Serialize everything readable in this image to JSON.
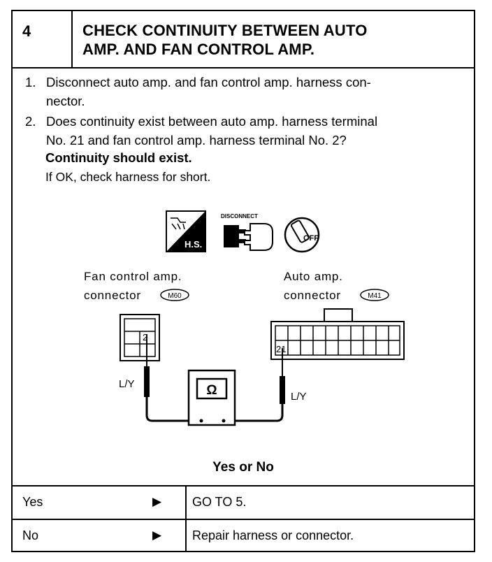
{
  "header": {
    "step_number": "4",
    "title_line1": "CHECK CONTINUITY BETWEEN AUTO",
    "title_line2": "AMP. AND FAN CONTROL AMP."
  },
  "instructions": [
    {
      "num": "1.",
      "line1": "Disconnect auto amp. and fan control amp. harness con-",
      "line2": "nector."
    },
    {
      "num": "2.",
      "line1": "Does continuity exist between auto amp. harness terminal",
      "line2": "No. 21 and fan control amp. harness terminal No. 2?"
    }
  ],
  "requirement": "Continuity should exist.",
  "note": "If OK, check harness for short.",
  "diagram": {
    "icons": {
      "harness_label": "H.S.",
      "disconnect_label": "DISCONNECT",
      "ignition_label": "OFF"
    },
    "left_connector": {
      "line1": "Fan control amp.",
      "line2": "connector",
      "code": "M60",
      "terminal": "2",
      "wire": "L/Y"
    },
    "right_connector": {
      "line1": "Auto amp.",
      "line2": "connector",
      "code": "M41",
      "terminal": "21",
      "wire": "L/Y"
    },
    "meter_symbol": "Ω"
  },
  "question": "Yes or No",
  "results": [
    {
      "key": "Yes",
      "arrow": "▶",
      "action": "GO TO 5."
    },
    {
      "key": "No",
      "arrow": "▶",
      "action": "Repair harness or connector."
    }
  ]
}
